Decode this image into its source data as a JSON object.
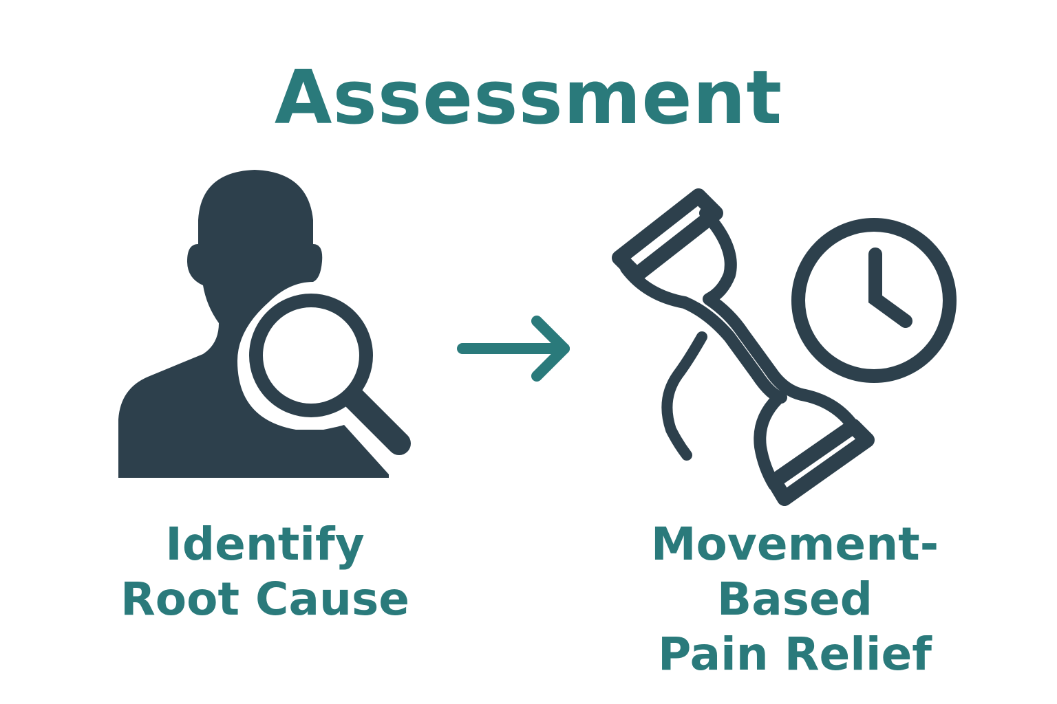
{
  "title": "Assessment",
  "left": {
    "label_line1": "Identify",
    "label_line2": "Root Cause",
    "icon": "person-magnifier-icon"
  },
  "right": {
    "label_line1": "Movement-Based",
    "label_line2": "Pain Relief",
    "icon": "resistance-band-clock-icon"
  },
  "colors": {
    "accent": "#2a7a7b",
    "icon": "#2d404c"
  }
}
